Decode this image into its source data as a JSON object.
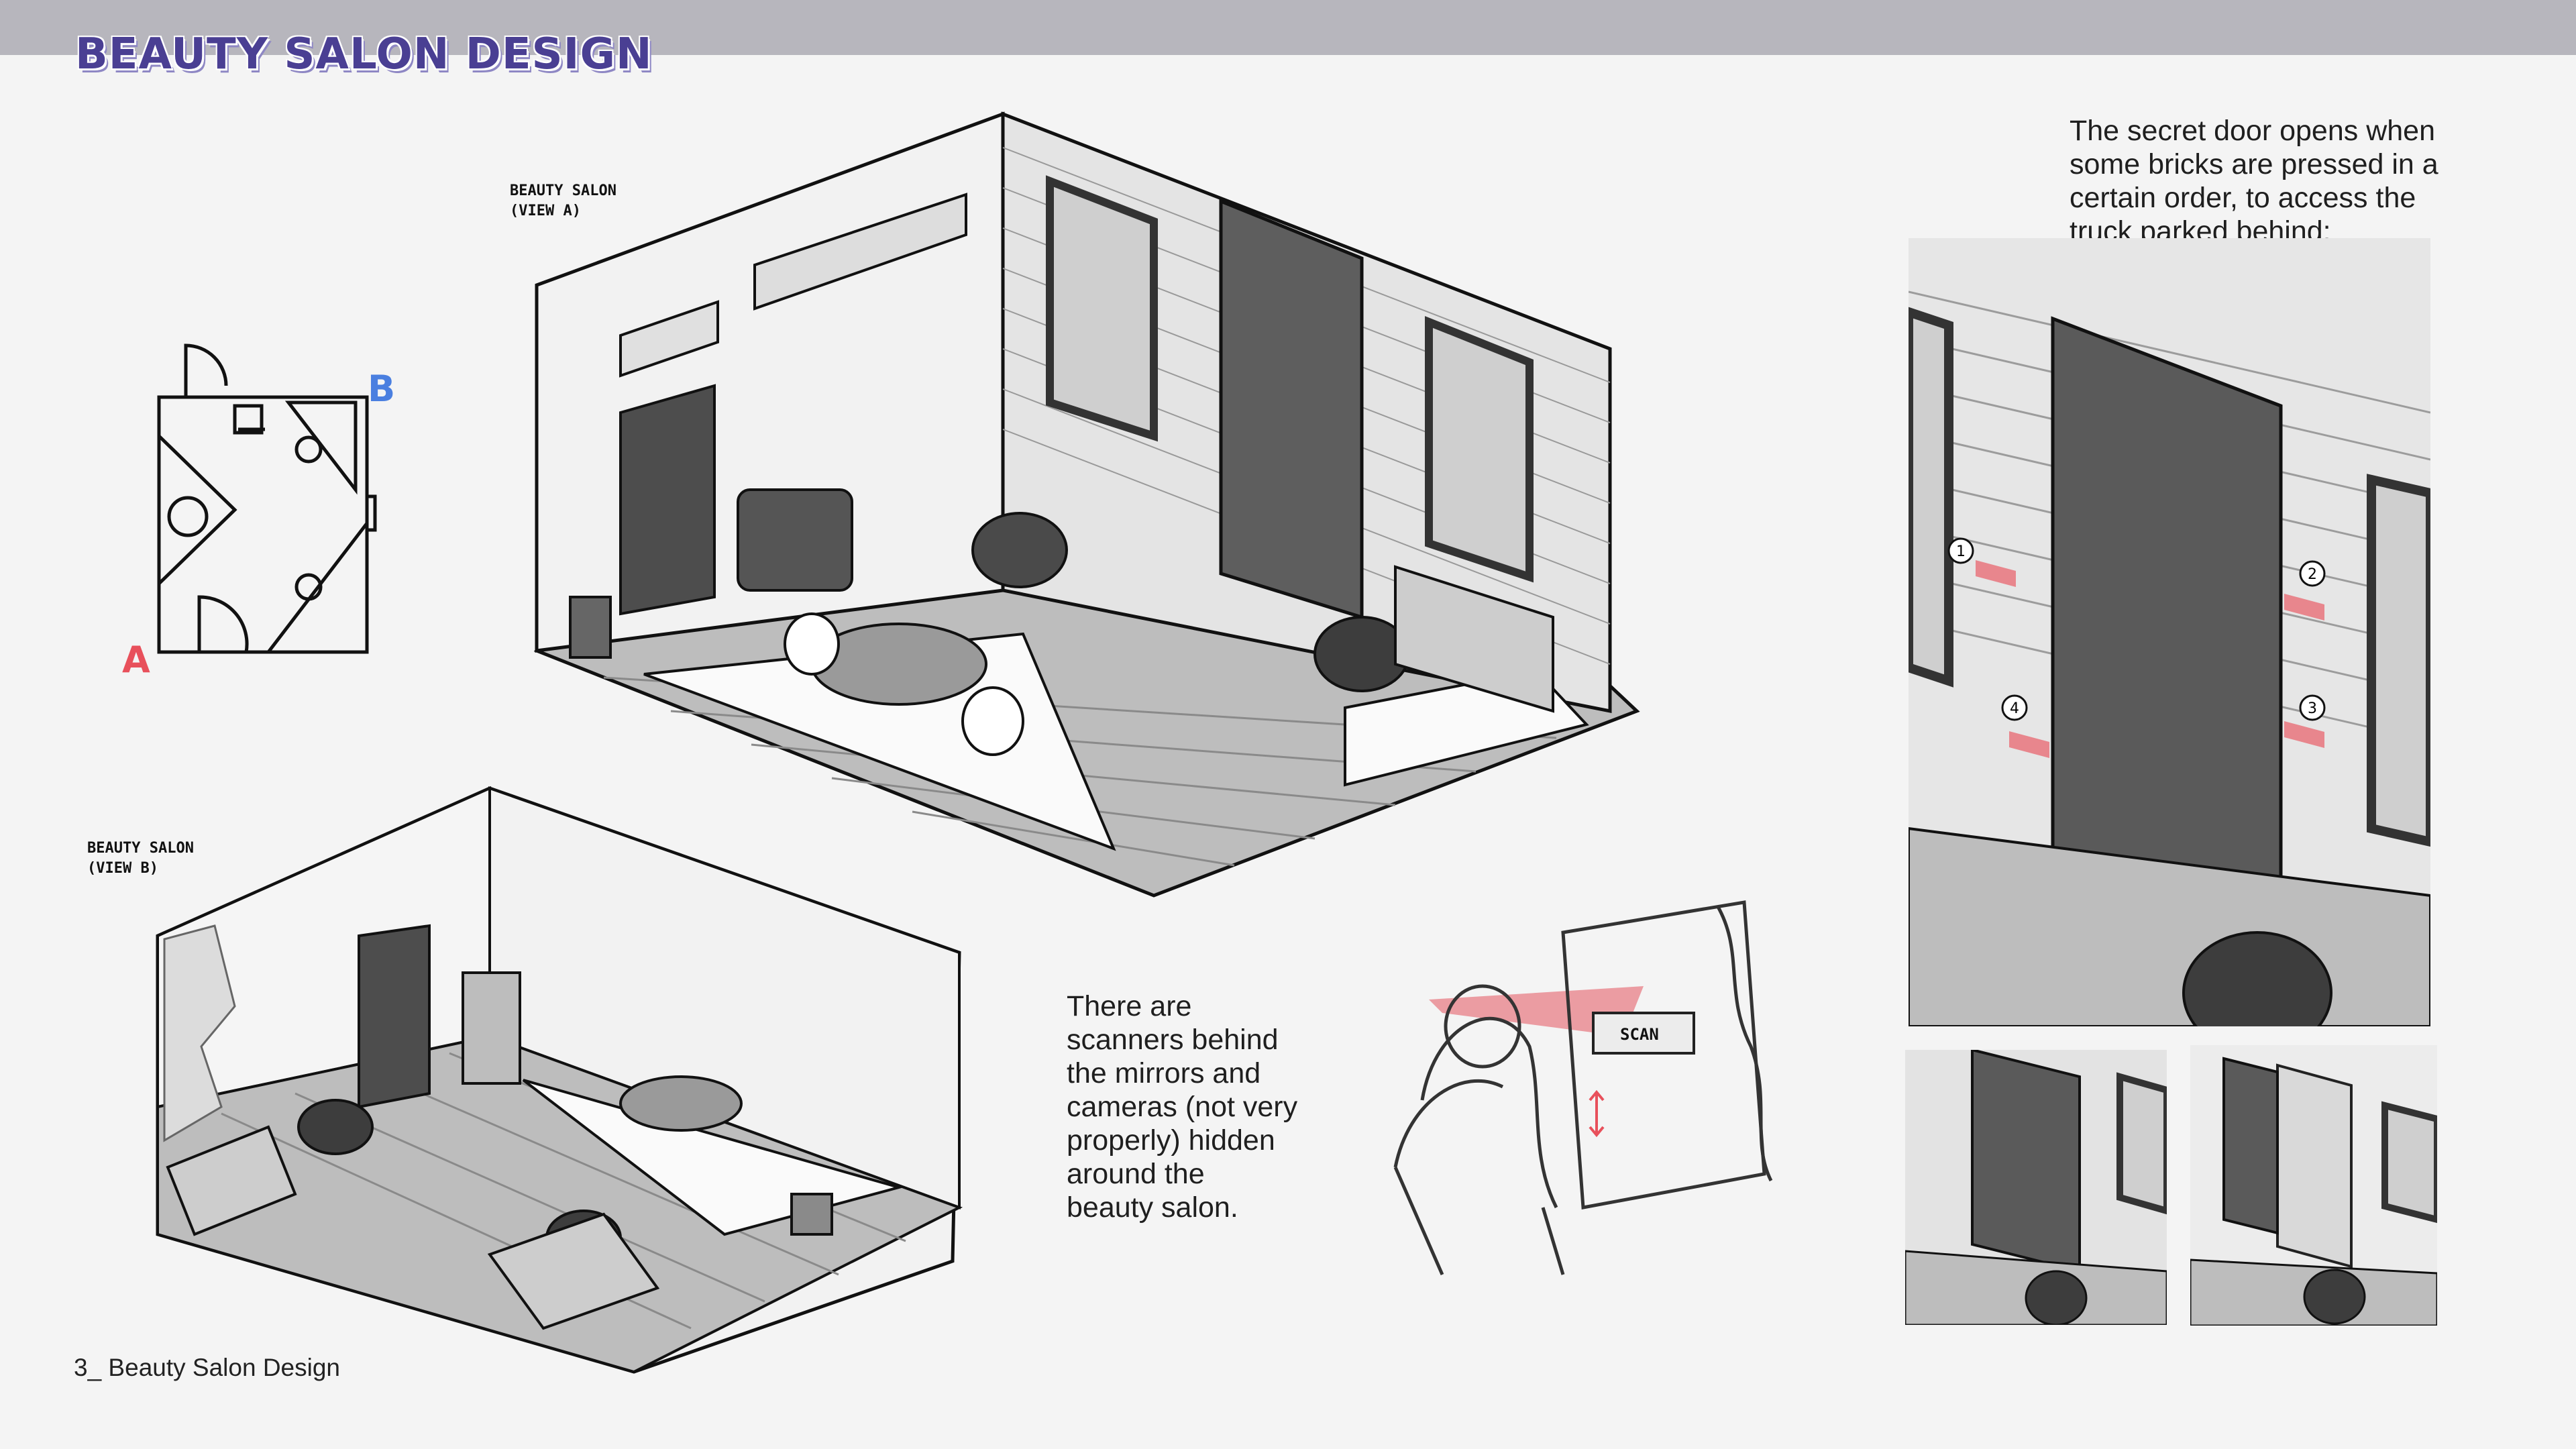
{
  "page": {
    "title": "BEAUTY SALON DESIGN",
    "footer": "3_ Beauty Salon Design",
    "colors": {
      "title": "#4a3f93",
      "topbar": "#b7b6bd",
      "marker_a": "#e8505b",
      "marker_b": "#4a7fe0",
      "highlight": "#e8868d"
    }
  },
  "floor_plan": {
    "marker_a": "A",
    "marker_b": "B"
  },
  "view_a": {
    "label": "BEAUTY SALON\n(VIEW A)"
  },
  "view_b": {
    "label": "BEAUTY SALON\n(VIEW B)"
  },
  "notes": {
    "secret_door": "The secret door opens when\nsome bricks are pressed in a\ncertain order, to access the\ntruck parked behind:",
    "scanners": "There are\nscanners behind\nthe mirrors and\ncameras (not very\nproperly) hidden\naround the\nbeauty salon."
  },
  "scanner_sketch": {
    "scan_label": "SCAN"
  },
  "secret_door_detail": {
    "brick_numbers": [
      "1",
      "2",
      "3",
      "4"
    ]
  }
}
